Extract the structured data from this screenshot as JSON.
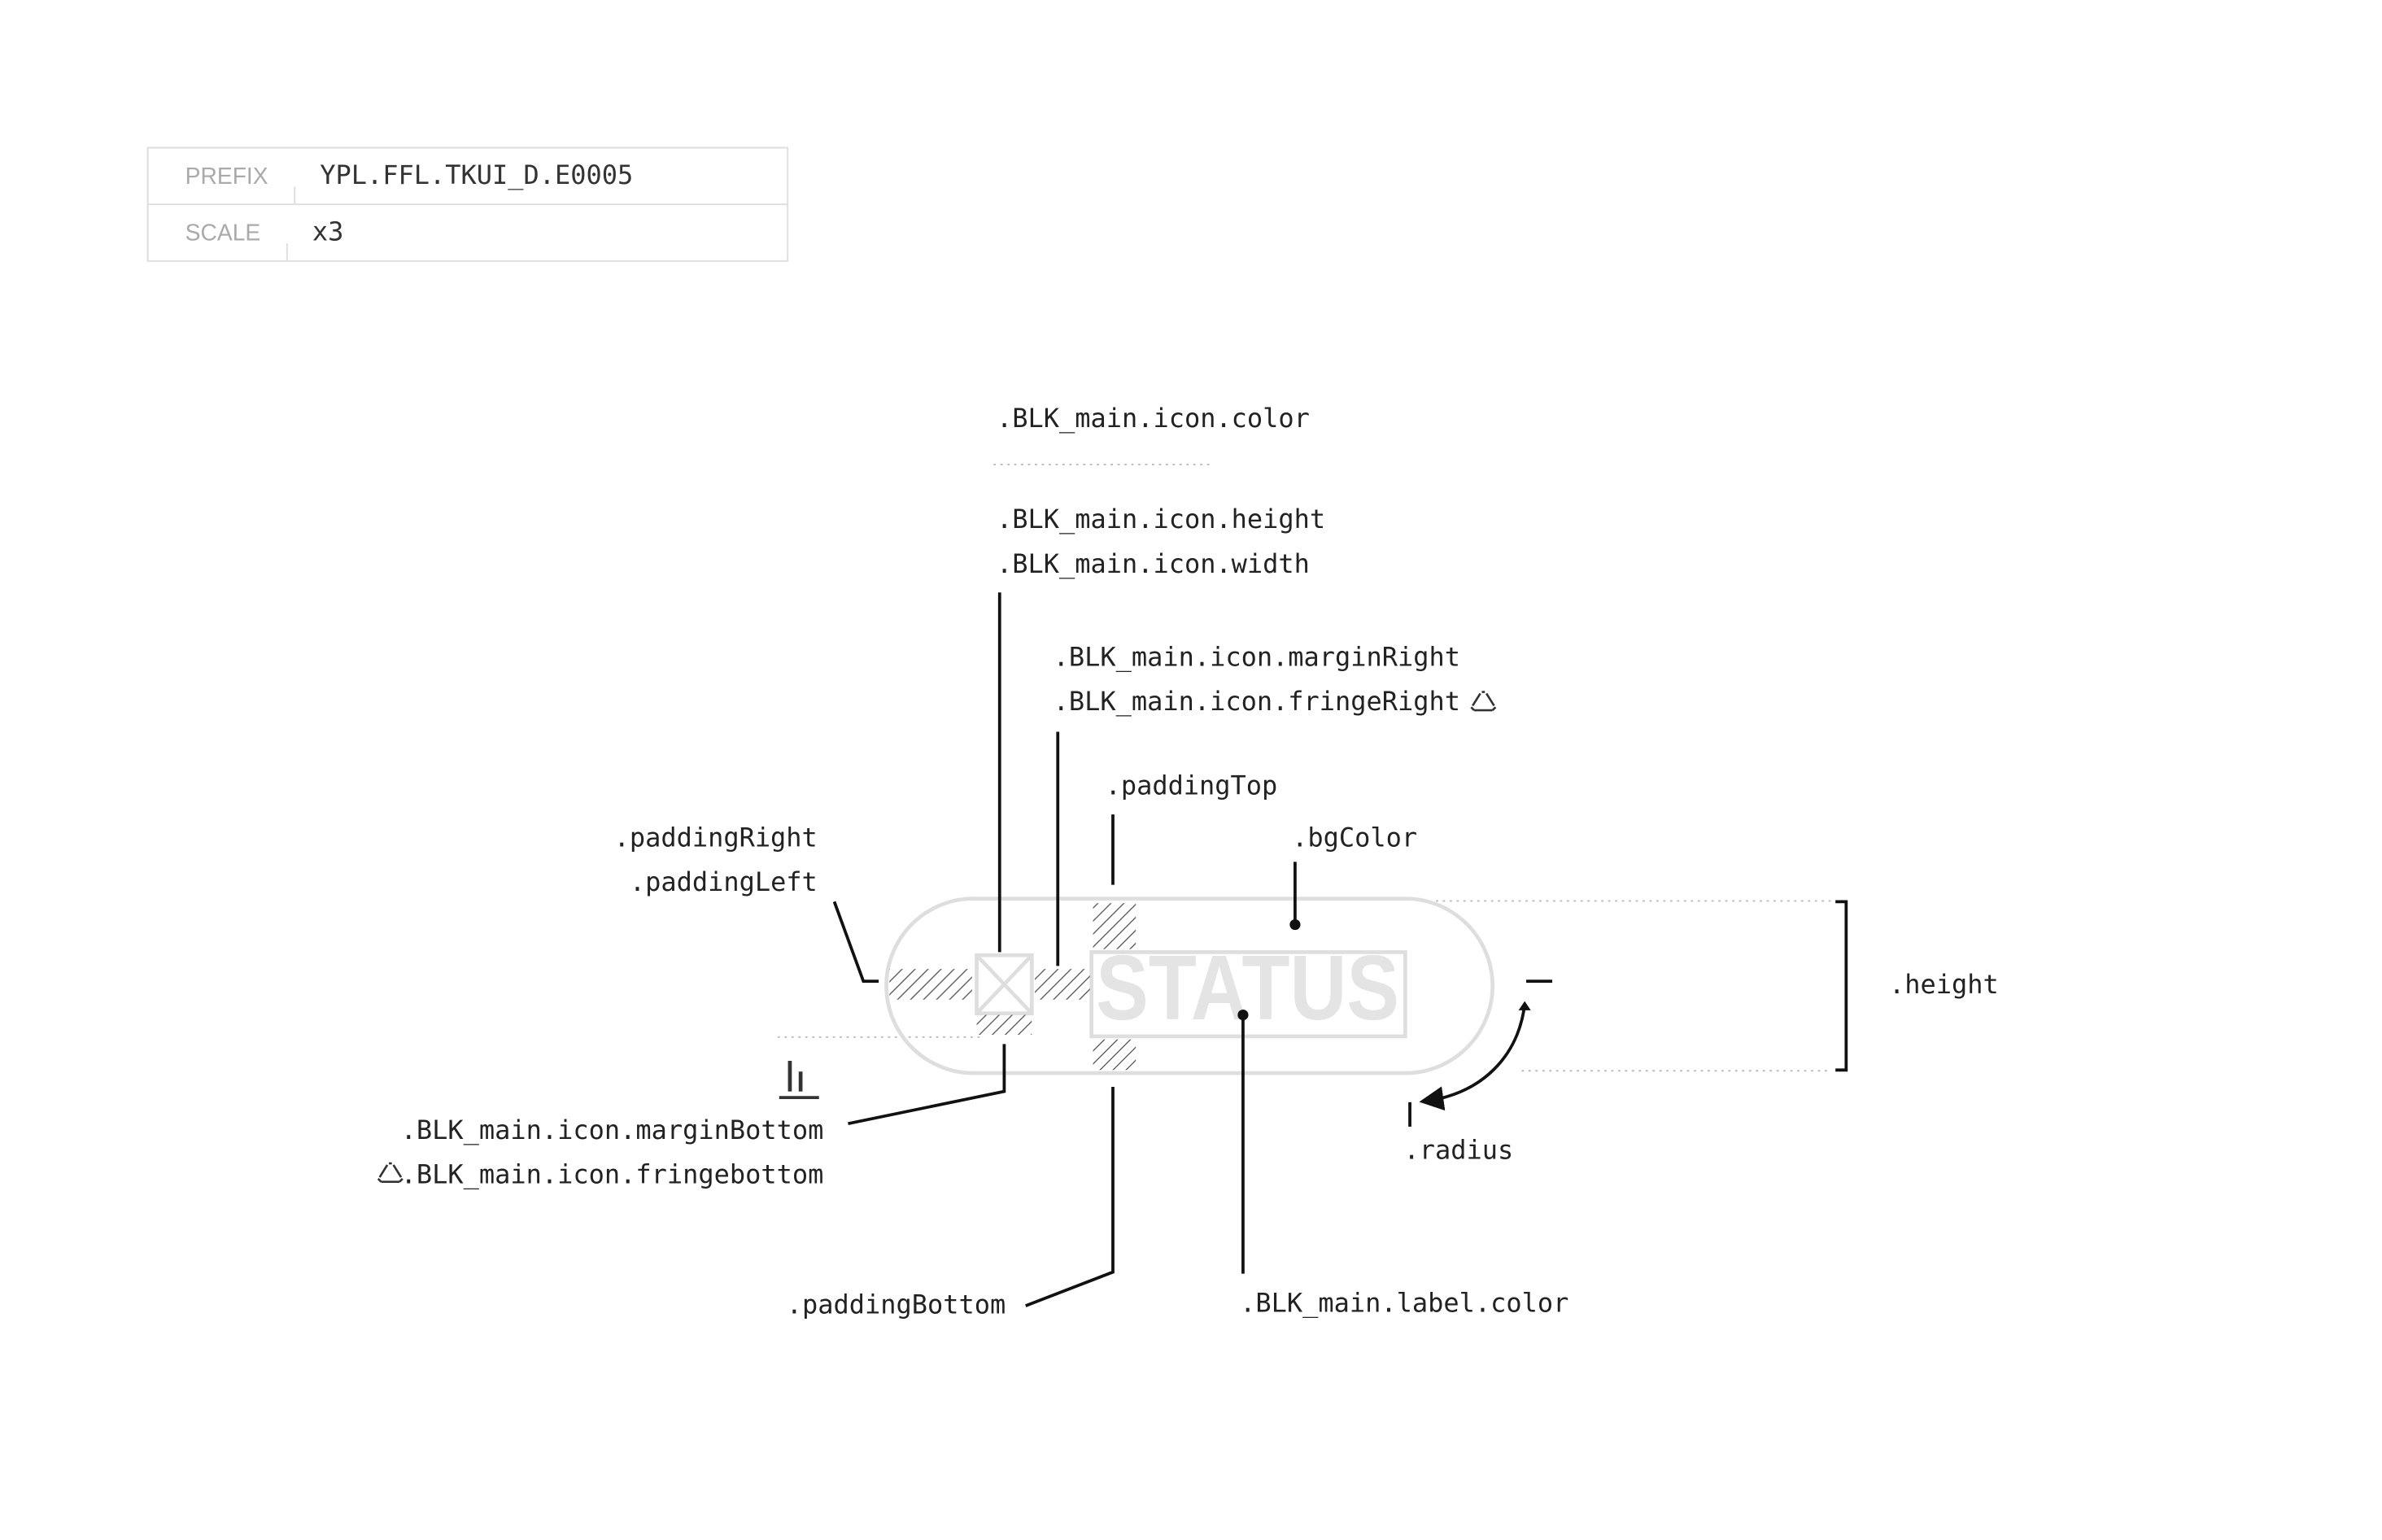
{
  "meta_table": {
    "rows": [
      {
        "key": "PREFIX",
        "value": "YPL.FFL.TKUI_D.E0005"
      },
      {
        "key": "SCALE",
        "value": "x3"
      }
    ]
  },
  "component": {
    "label": "STATUS",
    "outline_color": "#dcdcdc",
    "label_color": "#e4e4e4",
    "hatch_color": "#555555",
    "leader_color": "#111111"
  },
  "annotations": {
    "icon_color": ".BLK_main.icon.color",
    "icon_height": ".BLK_main.icon.height",
    "icon_width": ".BLK_main.icon.width",
    "icon_margin_right": ".BLK_main.icon.marginRight",
    "icon_fringe_right": ".BLK_main.icon.fringeRight",
    "padding_top": ".paddingTop",
    "bg_color": ".bgColor",
    "padding_right": ".paddingRight",
    "padding_left": ".paddingLeft",
    "height": ".height",
    "radius": ".radius",
    "icon_margin_bottom": ".BLK_main.icon.marginBottom",
    "icon_fringe_bottom": ".BLK_main.icon.fringebottom",
    "padding_bottom": ".paddingBottom",
    "label_color": ".BLK_main.label.color"
  },
  "icons": {
    "fringe": "recycle-icon",
    "baseline": "baseline-align-icon"
  }
}
